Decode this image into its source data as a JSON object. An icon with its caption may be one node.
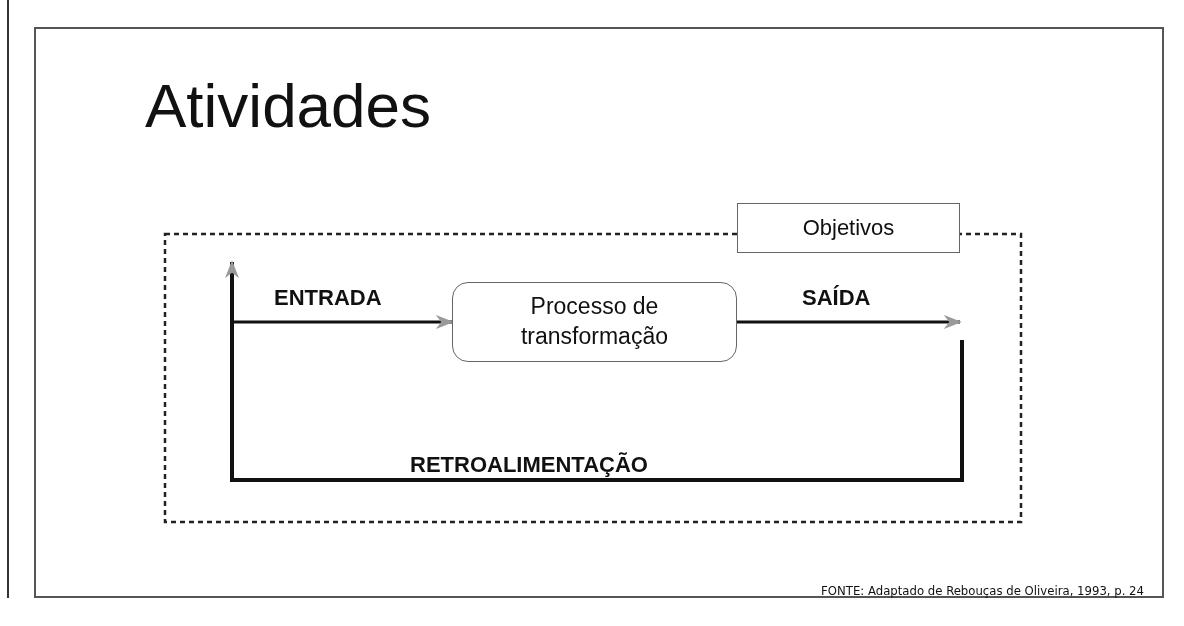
{
  "diagram": {
    "title": "Atividades",
    "caption": "FONTE: Adaptado de Rebouças de Oliveira, 1993, p. 24",
    "nodes": [
      {
        "text": [
          "Objetivos"
        ]
      },
      {
        "text": [
          "Processo de transformação"
        ]
      }
    ],
    "edges": [
      {
        "from": null,
        "to": 1,
        "arrow": "to",
        "label": "ENTRADA"
      },
      {
        "from": 1,
        "to": null,
        "arrow": "to",
        "label": "SAÍDA"
      }
    ],
    "labels": [
      "RETROALIMENTAÇÃO"
    ]
  }
}
